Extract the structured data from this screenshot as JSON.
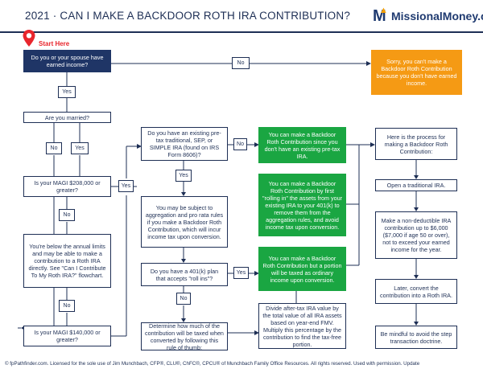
{
  "header": {
    "title": "2021 · CAN I MAKE A BACKDOOR ROTH IRA CONTRIBUTION?",
    "logo_text": "MissionalMoney.com"
  },
  "start": {
    "label": "Start Here"
  },
  "nodes": {
    "q_earned": "Do you or your spouse have earned income?",
    "sorry": "Sorry, you can't make a Backdoor Roth Contribution because you don't have earned income.",
    "q_married": "Are you married?",
    "q_magi_208": "Is your MAGI $208,000 or greater?",
    "below_limits": "You're below the annual limits and may be able to make a contribution to a Roth IRA directly. See \"Can I Contribute To My Roth IRA?\" flowchart.",
    "q_magi_140": "Is your MAGI $140,000 or greater?",
    "q_existing_ira": "Do you have an existing pre-tax traditional, SEP, or SIMPLE IRA (found on IRS Form 8606)?",
    "subject_aggregation": "You may be subject to aggregation and pro rata rules if you make a Backdoor Roth Contribution, which will incur income tax upon conversion.",
    "q_401k": "Do you have a 401(k) plan that accepts \"roll ins\"?",
    "determine_tax": "Determine how much of the contribution will be taxed when converted by following this rule of thumb:",
    "can_since_no_ira": "You can make a Backdoor Roth Contribution since you don't have an existing pre-tax IRA.",
    "can_rolling": "You can make a Backdoor Roth Contribution by first \"rolling in\" the assets from your existing IRA to your 401(k) to remove them from the aggregation rules, and avoid income tax upon conversion.",
    "can_portion": "You can make a Backdoor Roth Contribution but a portion will be taxed as ordinary income upon conversion.",
    "divide": "Divide after-tax IRA value by the total value of all IRA assets based on year-end FMV. Multiply this percentage by the contribution to find the tax-free portion.",
    "process_intro": "Here is the process for making a Backdoor Roth Contribution:",
    "open_ira": "Open a traditional IRA.",
    "make_contribution": "Make a non-deductible IRA contribution up to $6,000 ($7,000 if age 50 or over), not to exceed your earned income for the year.",
    "convert": "Later, convert the contribution into a Roth IRA.",
    "mindful": "Be mindful to avoid the step transaction doctrine."
  },
  "labels": {
    "no": "No",
    "yes": "Yes"
  },
  "footer": "© fpPathfinder.com. Licensed for the sole use of Jim Munchbach, CFP®, CLU®, ChFC®, CPCU® of Munchbach Family Office Resources. All rights reserved. Used with permission. Update"
}
